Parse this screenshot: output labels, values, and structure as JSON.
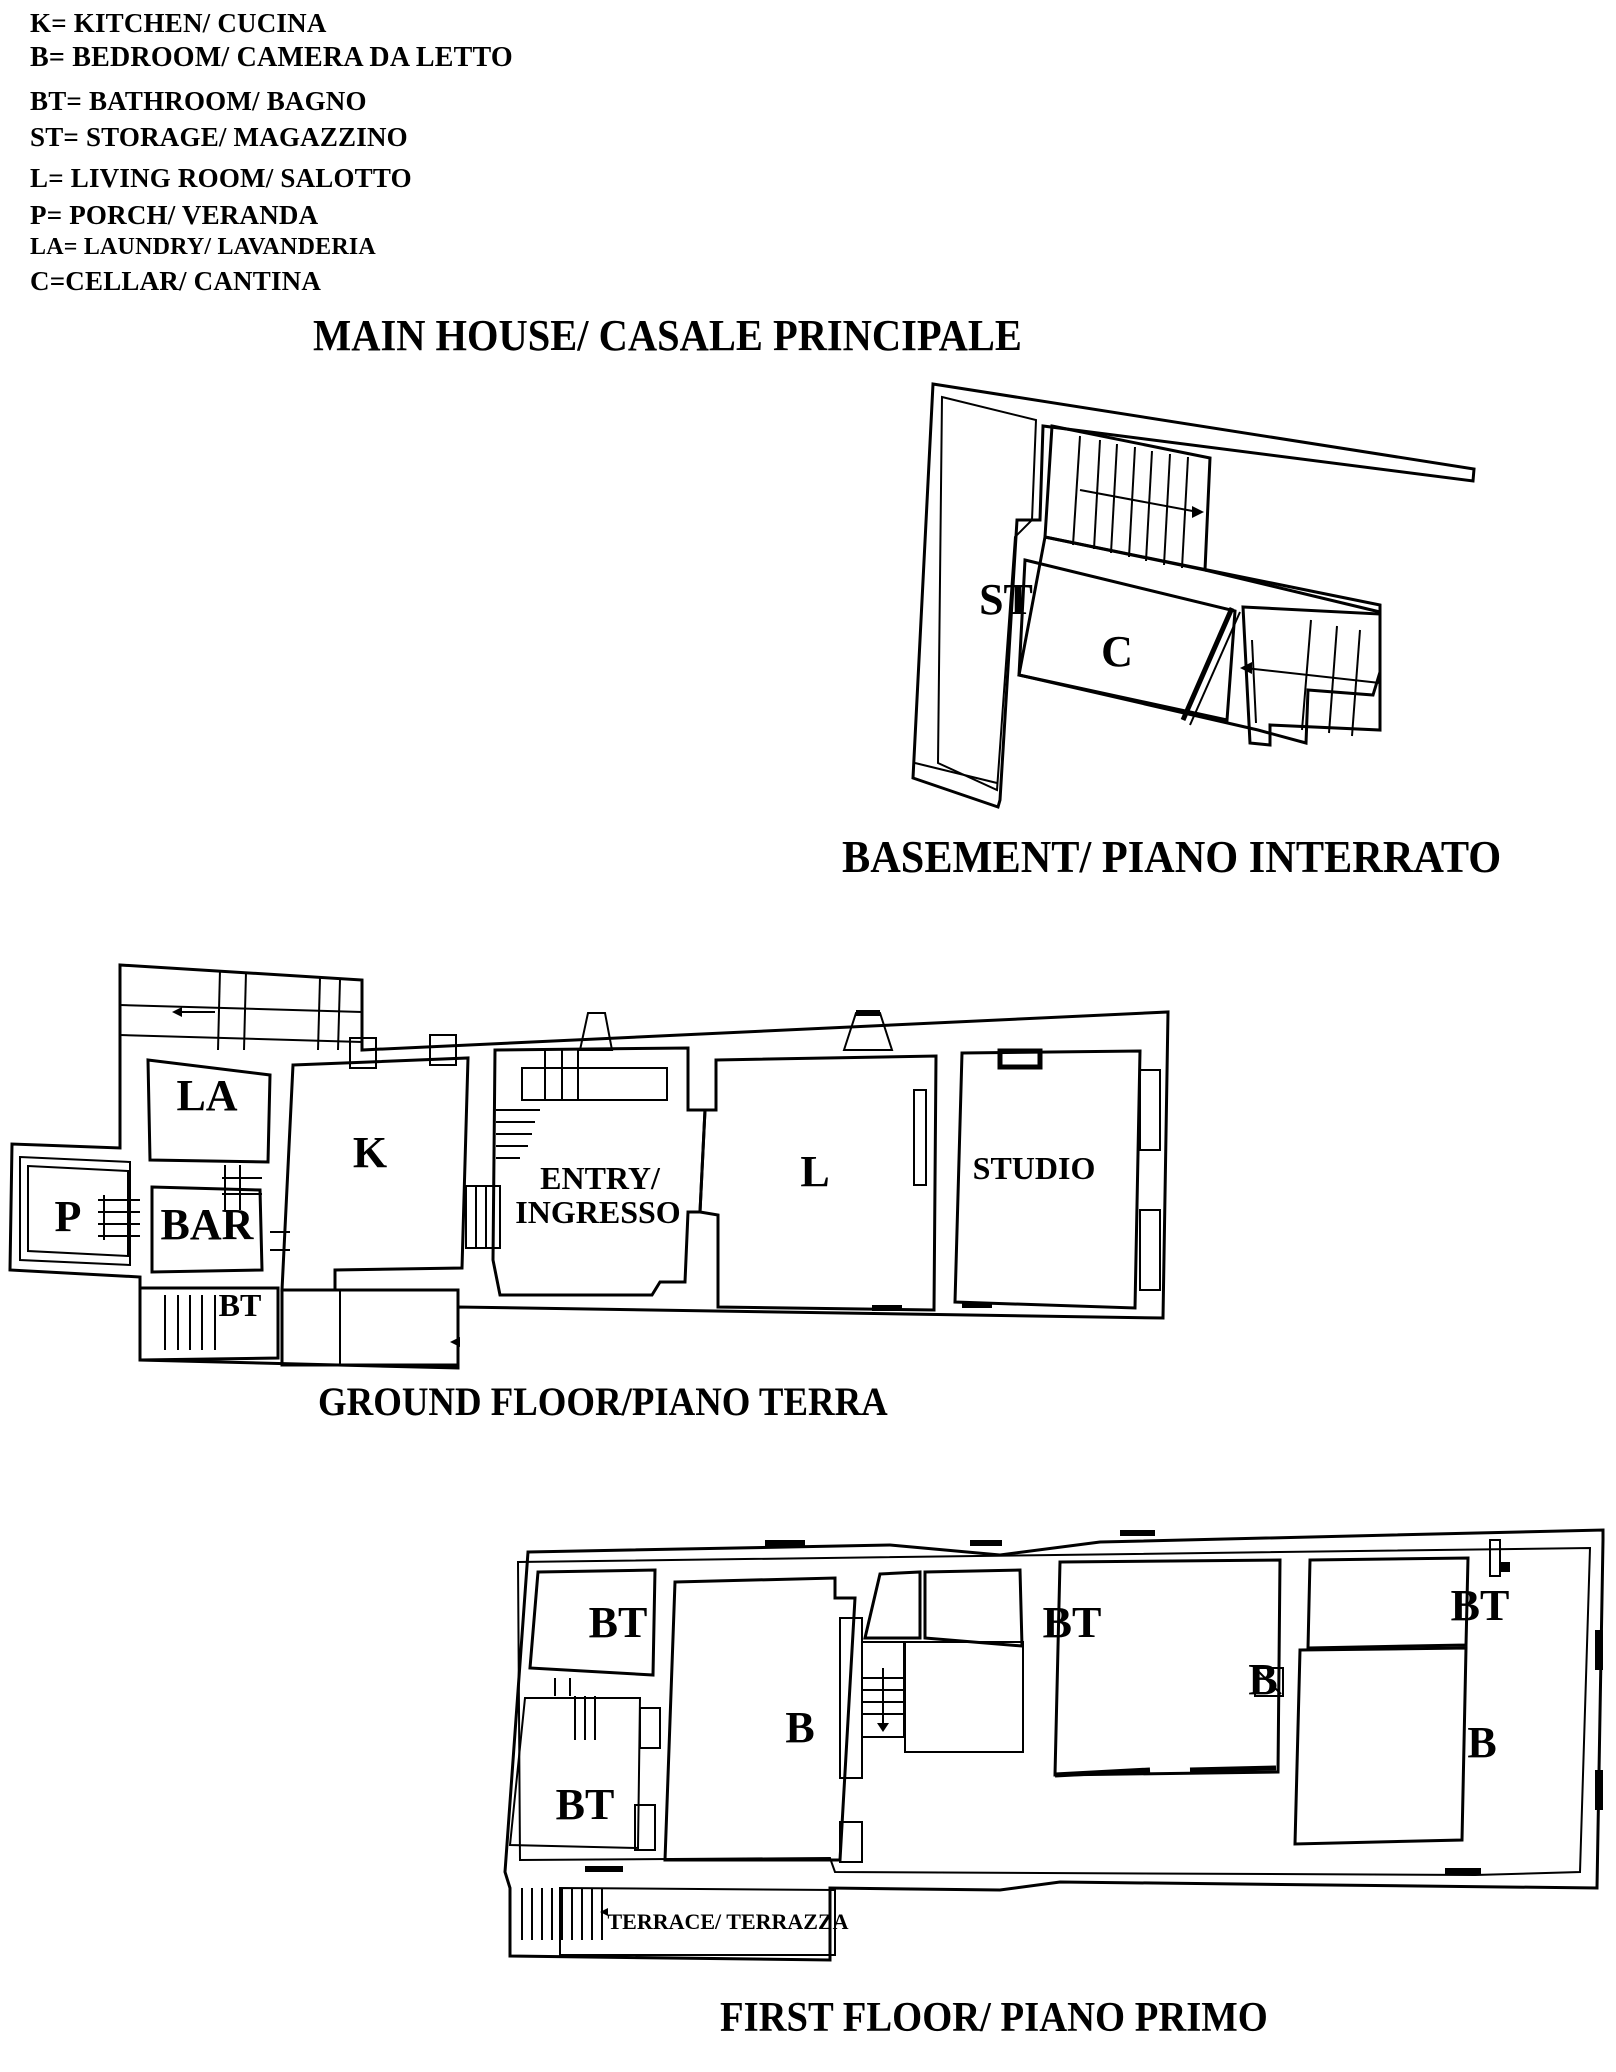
{
  "legend": [
    {
      "code": "K",
      "text": "K= KITCHEN/ CUCINA"
    },
    {
      "code": "B",
      "text": "B= BEDROOM/ CAMERA DA LETTO"
    },
    {
      "code": "BT",
      "text": "BT= BATHROOM/ BAGNO"
    },
    {
      "code": "ST",
      "text": "ST= STORAGE/ MAGAZZINO"
    },
    {
      "code": "L",
      "text": "L= LIVING ROOM/ SALOTTO"
    },
    {
      "code": "P",
      "text": "P= PORCH/ VERANDA"
    },
    {
      "code": "LA",
      "text": "LA= LAUNDRY/ LAVANDERIA"
    },
    {
      "code": "C",
      "text": "C=CELLAR/ CANTINA"
    }
  ],
  "main_title": "MAIN HOUSE/ CASALE PRINCIPALE",
  "basement": {
    "title": "BASEMENT/ PIANO INTERRATO",
    "rooms": [
      {
        "label": "ST"
      },
      {
        "label": "C"
      }
    ]
  },
  "ground_floor": {
    "title": "GROUND FLOOR/PIANO TERRA",
    "rooms": [
      {
        "label": "LA"
      },
      {
        "label": "P"
      },
      {
        "label": "BAR"
      },
      {
        "label": "BT"
      },
      {
        "label": "K"
      },
      {
        "label": "ENTRY/"
      },
      {
        "label": "INGRESSO"
      },
      {
        "label": "L"
      },
      {
        "label": "STUDIO"
      }
    ]
  },
  "first_floor": {
    "title": "FIRST FLOOR/ PIANO PRIMO",
    "rooms": [
      {
        "label": "BT"
      },
      {
        "label": "BT"
      },
      {
        "label": "B"
      },
      {
        "label": "BT"
      },
      {
        "label": "B"
      },
      {
        "label": "BT"
      },
      {
        "label": "B"
      },
      {
        "label": "TERRACE/ TERRAZZA"
      }
    ]
  }
}
